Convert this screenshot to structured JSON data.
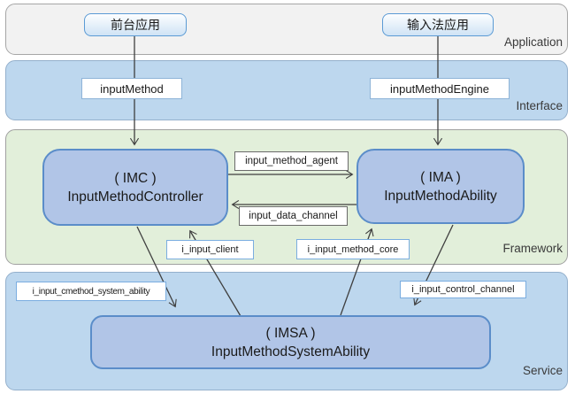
{
  "diagram": {
    "layers": [
      {
        "id": "application",
        "label": "Application"
      },
      {
        "id": "interface",
        "label": "Interface"
      },
      {
        "id": "framework",
        "label": "Framework"
      },
      {
        "id": "service",
        "label": "Service"
      }
    ],
    "nodes": {
      "foreground_app": "前台应用",
      "ime_app": "输入法应用",
      "input_method": "inputMethod",
      "input_method_engine": "inputMethodEngine",
      "imc_abbr": "( IMC )",
      "imc_name": "InputMethodController",
      "ima_abbr": "( IMA )",
      "ima_name": "InputMethodAbility",
      "imsa_abbr": "( IMSA )",
      "imsa_name": "InputMethodSystemAbility"
    },
    "edges": {
      "input_method_agent": "input_method_agent",
      "input_data_channel": "input_data_channel",
      "i_input_client": "i_input_client",
      "i_input_method_core": "i_input_method_core",
      "i_input_cmethod_system_ability": "i_input_cmethod_system_ability",
      "i_input_control_channel": "i_input_control_channel"
    },
    "colors": {
      "application_band": "#f2f2f2",
      "interface_band": "#bdd7ee",
      "framework_band": "#e2efda",
      "service_band": "#bdd7ee",
      "node_fill": "#b1c5e7",
      "node_border": "#5b8dc9",
      "app_node_border": "#5b9bd5",
      "line": "#3f3f3f"
    }
  }
}
